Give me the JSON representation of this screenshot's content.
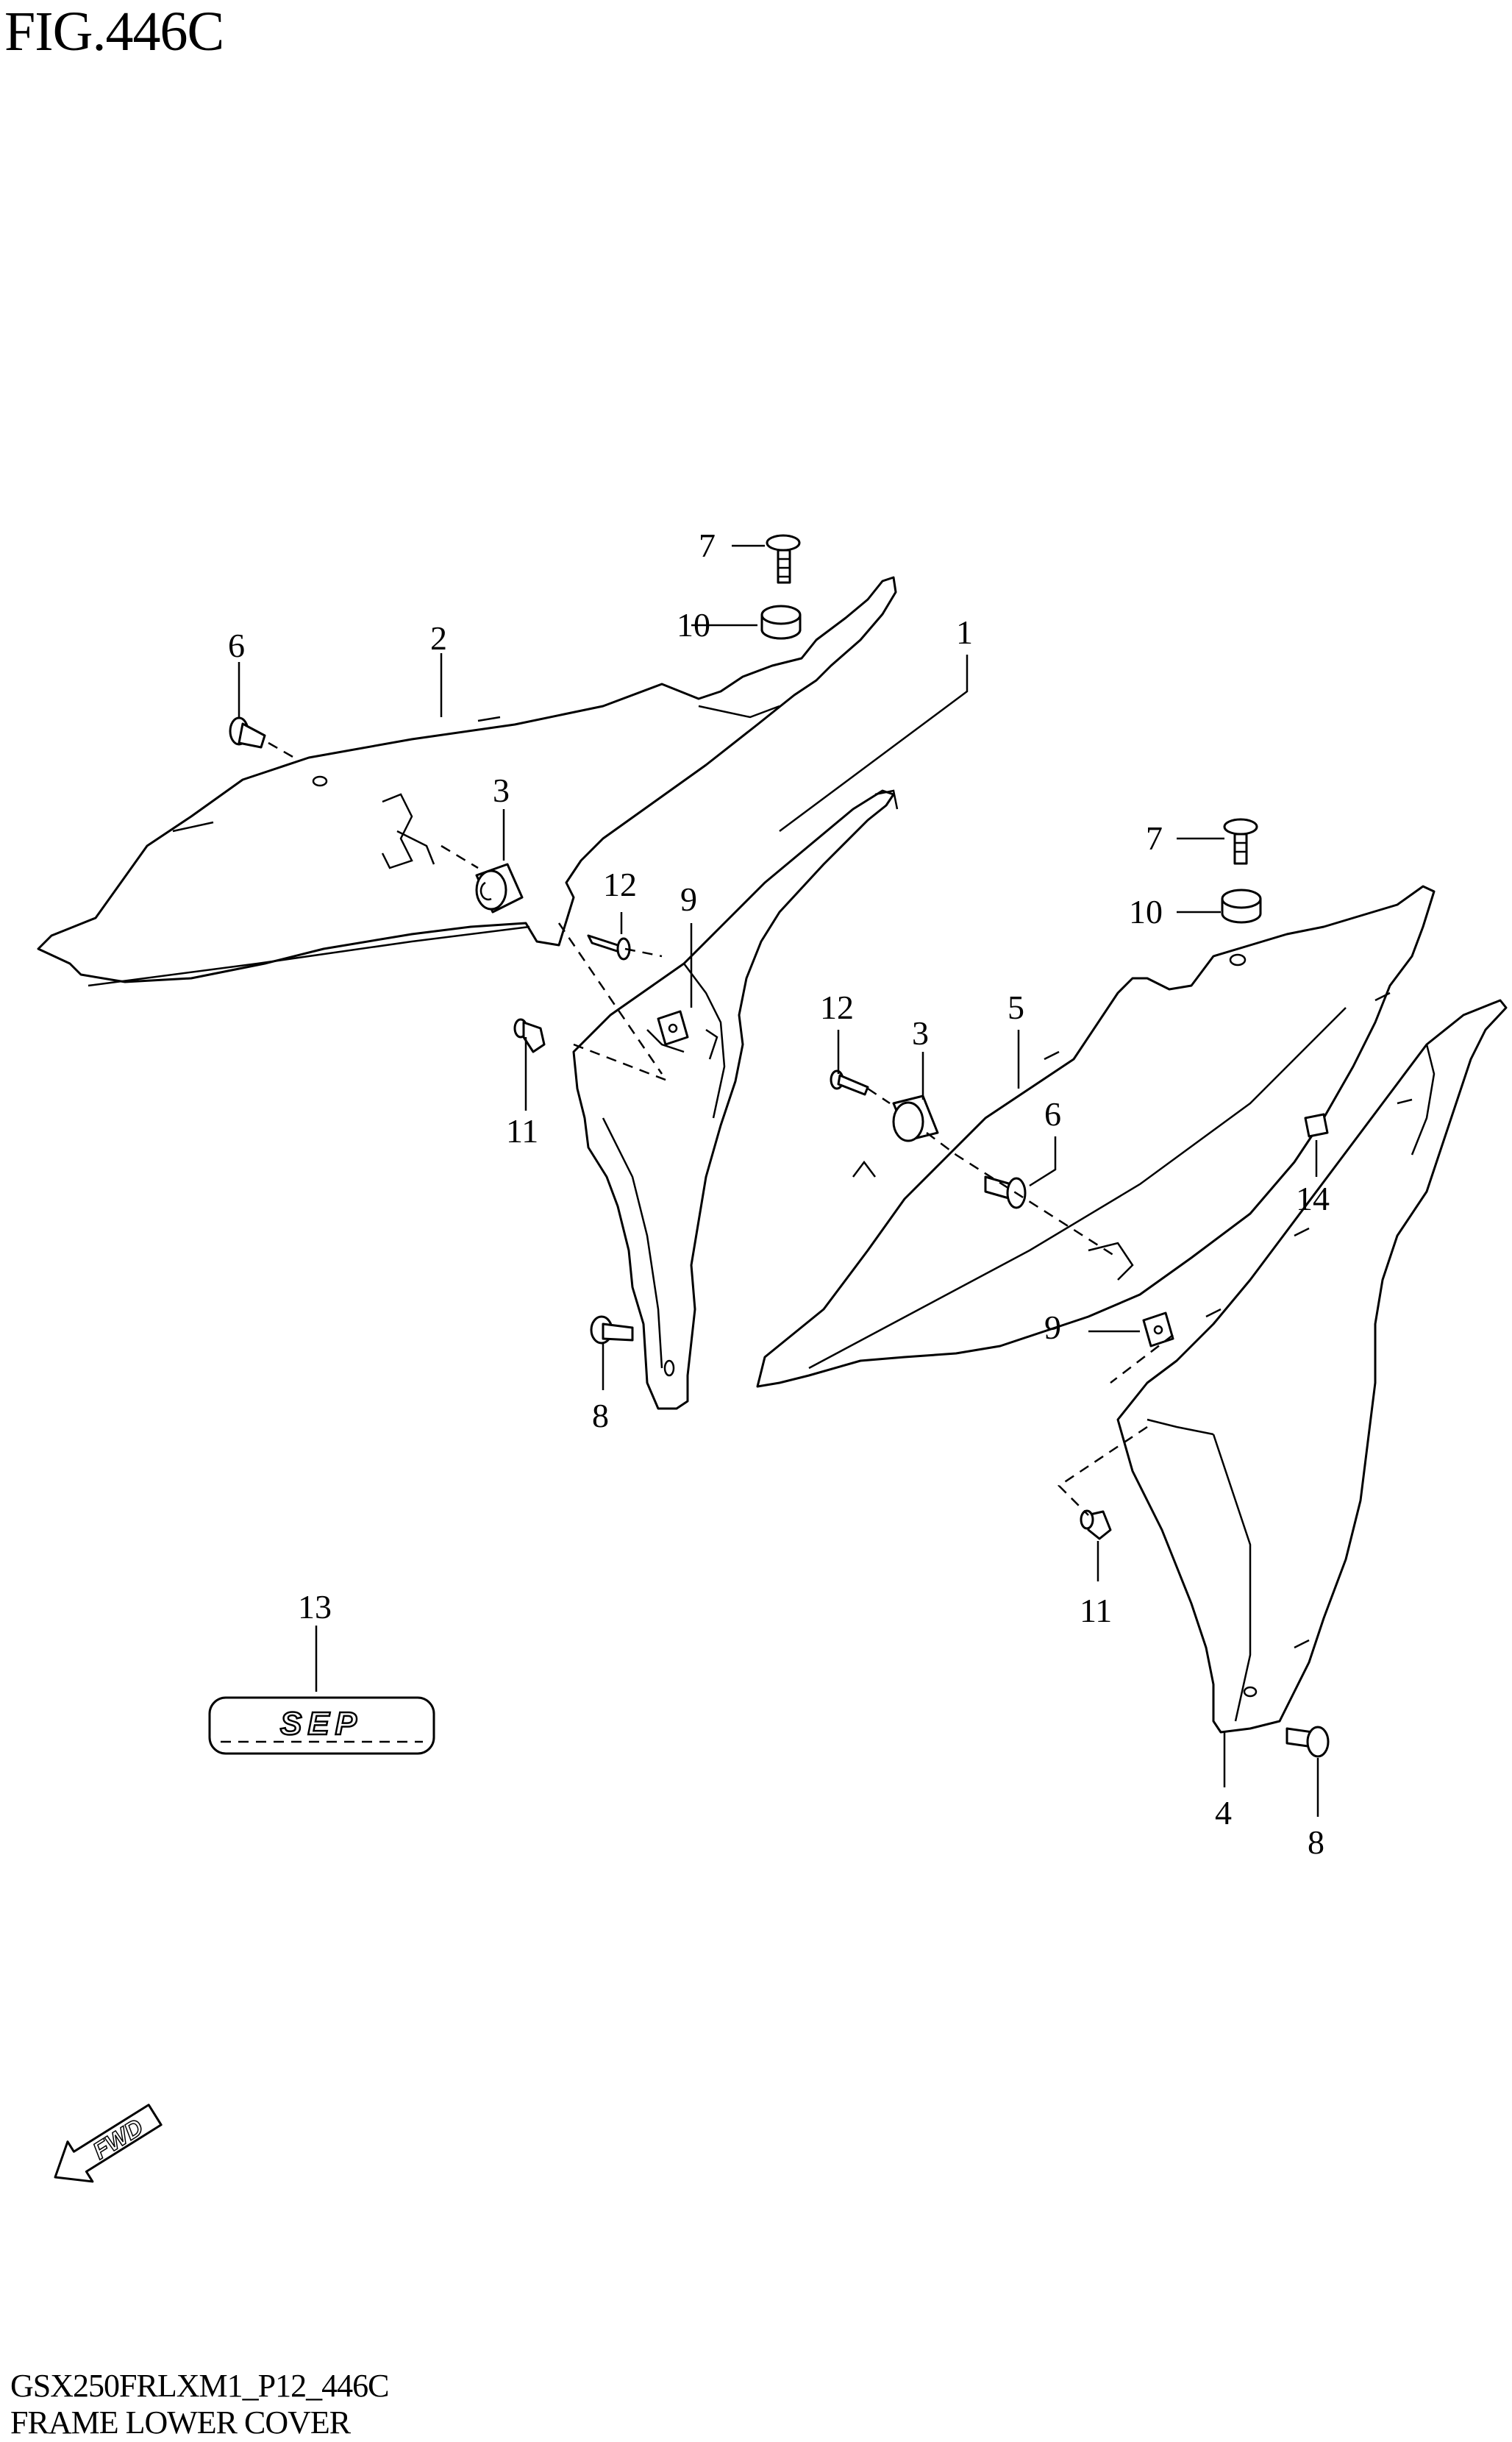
{
  "figure": {
    "title": "FIG.446C",
    "model_code": "GSX250FRLXM1_P12_446C",
    "section_name": "FRAME LOWER COVER"
  },
  "callouts": [
    {
      "id": "c7a",
      "label": "7"
    },
    {
      "id": "c10a",
      "label": "10"
    },
    {
      "id": "c1",
      "label": "1"
    },
    {
      "id": "c6a",
      "label": "6"
    },
    {
      "id": "c2",
      "label": "2"
    },
    {
      "id": "c3a",
      "label": "3"
    },
    {
      "id": "c12a",
      "label": "12"
    },
    {
      "id": "c9a",
      "label": "9"
    },
    {
      "id": "c11a",
      "label": "11"
    },
    {
      "id": "c8a",
      "label": "8"
    },
    {
      "id": "c7b",
      "label": "7"
    },
    {
      "id": "c10b",
      "label": "10"
    },
    {
      "id": "c12b",
      "label": "12"
    },
    {
      "id": "c3b",
      "label": "3"
    },
    {
      "id": "c5",
      "label": "5"
    },
    {
      "id": "c6b",
      "label": "6"
    },
    {
      "id": "c14",
      "label": "14"
    },
    {
      "id": "c9b",
      "label": "9"
    },
    {
      "id": "c11b",
      "label": "11"
    },
    {
      "id": "c13",
      "label": "13"
    },
    {
      "id": "c4",
      "label": "4"
    },
    {
      "id": "c8b",
      "label": "8"
    }
  ],
  "emblem": {
    "text": "SEP"
  },
  "direction_arrow": {
    "text": "FWD"
  }
}
